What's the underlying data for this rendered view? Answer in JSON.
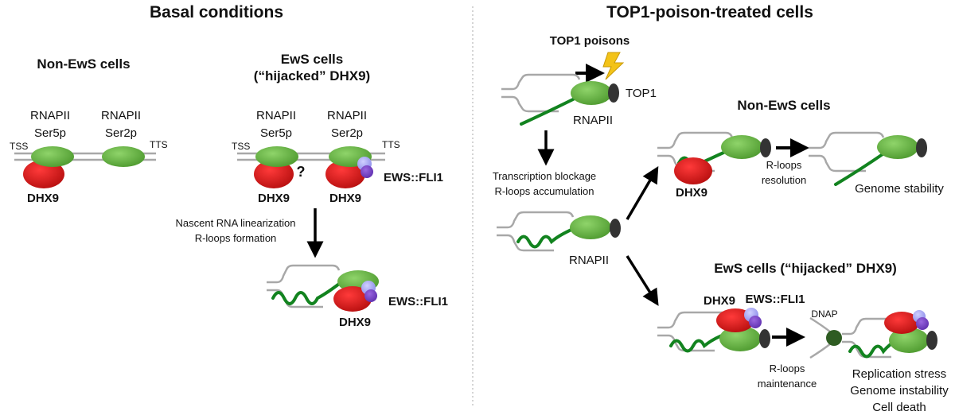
{
  "left_panel": {
    "title": "Basal conditions",
    "non_ews_title": "Non-EwS cells",
    "ews_title_1": "EwS cells",
    "ews_title_2": "(“hijacked” DHX9)",
    "rnapii": "RNAPII",
    "ser5p": "Ser5p",
    "ser2p": "Ser2p",
    "tss": "TSS",
    "tts": "TTS",
    "dhx9": "DHX9",
    "question": "?",
    "ews_fli1": "EWS::FLI1",
    "step_1": "Nascent RNA linearization",
    "step_2": "R-loops formation"
  },
  "right_panel": {
    "title": "TOP1-poison-treated cells",
    "top1_poisons": "TOP1 poisons",
    "top1": "TOP1",
    "rnapii": "RNAPII",
    "blockage_1": "Transcription blockage",
    "blockage_2": "R-loops accumulation",
    "non_ews_title": "Non-EwS cells",
    "dhx9": "DHX9",
    "resolution_1": "R-loops",
    "resolution_2": "resolution",
    "genome_stability": "Genome stability",
    "ews_title": "EwS cells (“hijacked” DHX9)",
    "ews_fli1": "EWS::FLI1",
    "dnap": "DNAP",
    "maintenance_1": "R-loops",
    "maintenance_2": "maintenance",
    "outcome_1": "Replication stress",
    "outcome_2": "Genome instability",
    "outcome_3": "Cell death"
  },
  "colors": {
    "green": "#5aa83a",
    "red": "#d21414",
    "purple": "#7a44c4",
    "lavender": "#a6a6f2",
    "rna": "#12831f",
    "dna": "#a8a8a8",
    "top1": "#333333",
    "dnap": "#2e5c22",
    "lightning": "#f3c318"
  }
}
